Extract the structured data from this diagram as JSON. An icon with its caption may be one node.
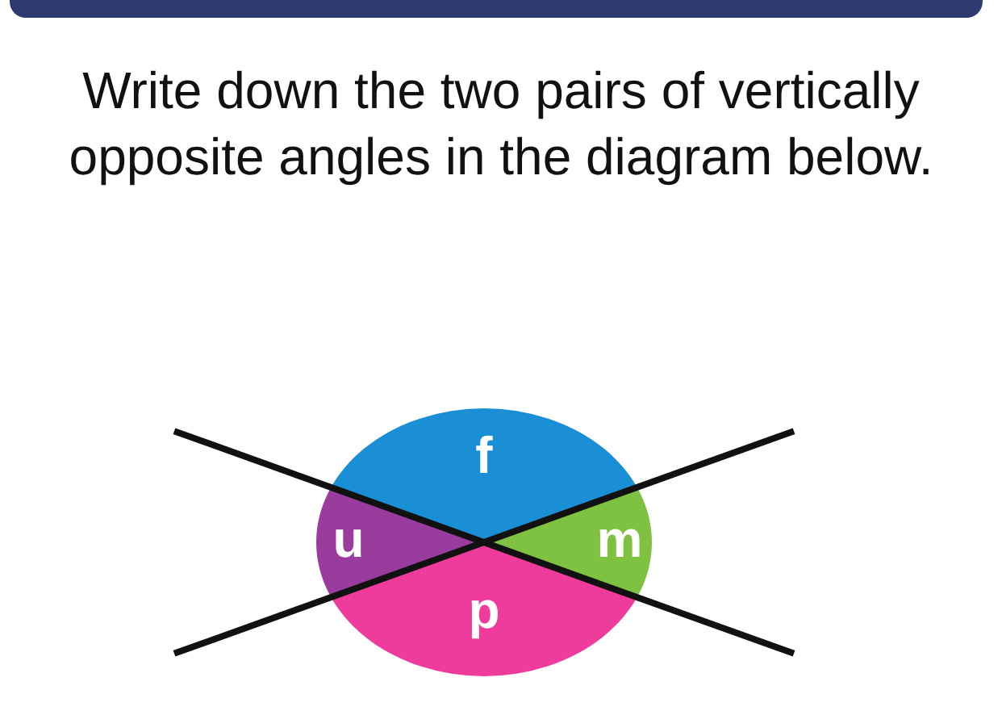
{
  "diagram": {
    "title": "Write down the two pairs of vertically opposite angles in the diagram below.",
    "labels": [
      "f",
      "u",
      "m",
      "p"
    ]
  }
}
